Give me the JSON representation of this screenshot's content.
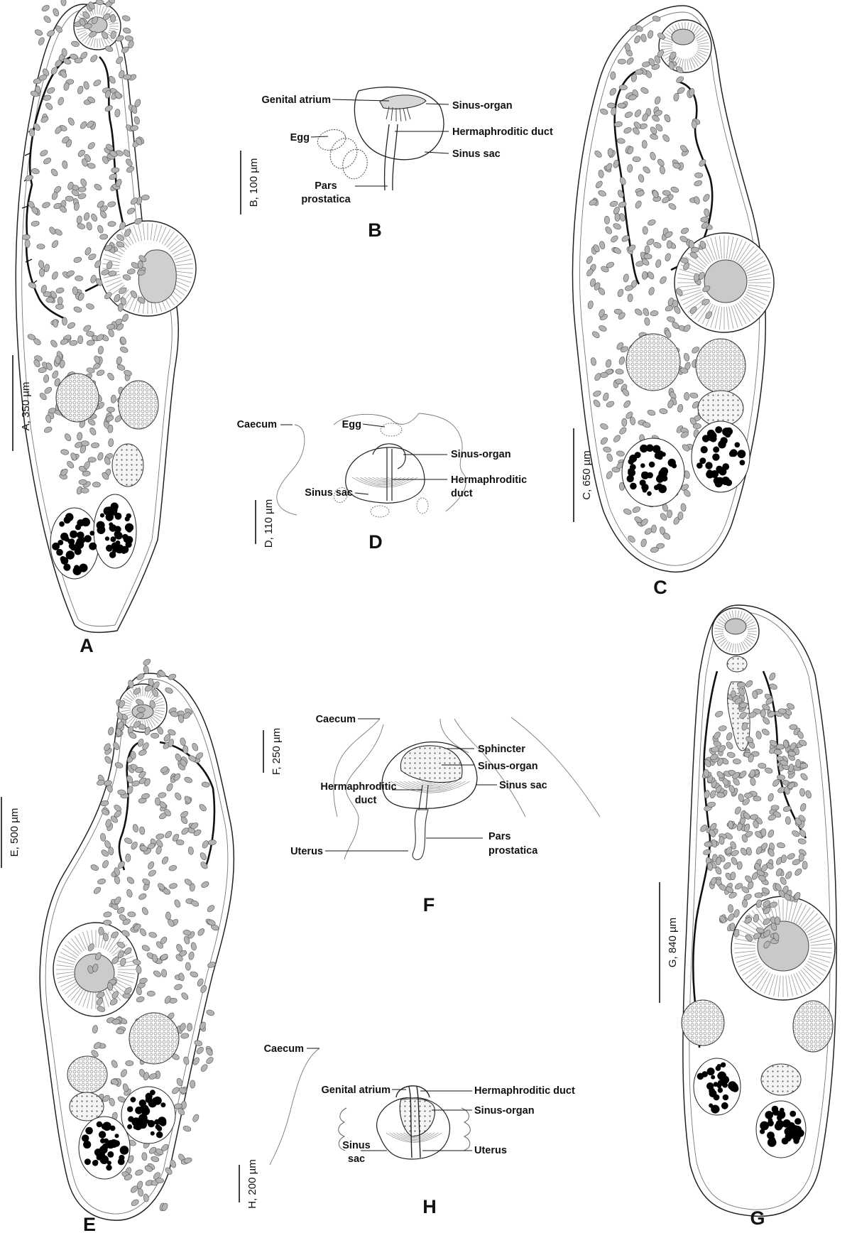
{
  "figure": {
    "panels": [
      {
        "id": "A",
        "letter": "A",
        "scale_bar": "A, 350  µm"
      },
      {
        "id": "B",
        "letter": "B",
        "scale_bar": "B, 100  µm",
        "labels": {
          "genital_atrium": "Genital atrium",
          "sinus_organ": "Sinus-organ",
          "egg": "Egg",
          "hermaphroditic_duct": "Hermaphroditic duct",
          "sinus_sac": "Sinus sac",
          "pars_prostatica_1": "Pars",
          "pars_prostatica_2": "prostatica"
        }
      },
      {
        "id": "C",
        "letter": "C",
        "scale_bar": "C, 650  µm"
      },
      {
        "id": "D",
        "letter": "D",
        "scale_bar": "D, 110  µm",
        "labels": {
          "caecum": "Caecum",
          "egg": "Egg",
          "sinus_organ": "Sinus-organ",
          "hermaphroditic_1": "Hermaphroditic",
          "duct": "duct",
          "sinus_sac": "Sinus sac"
        }
      },
      {
        "id": "E",
        "letter": "E",
        "scale_bar": "E, 500  µm"
      },
      {
        "id": "F",
        "letter": "F",
        "scale_bar": "F, 250  µm",
        "labels": {
          "caecum": "Caecum",
          "sphincter": "Sphincter",
          "sinus_organ": "Sinus-organ",
          "hermaphroditic_1": "Hermaphroditic",
          "duct": "duct",
          "sinus_sac": "Sinus sac",
          "uterus": "Uterus",
          "pars": "Pars",
          "prostatica": "prostatica"
        }
      },
      {
        "id": "G",
        "letter": "G",
        "scale_bar": "G, 840  µm"
      },
      {
        "id": "H",
        "letter": "H",
        "scale_bar": "H, 200  µm",
        "labels": {
          "caecum": "Caecum",
          "genital_atrium": "Genital atrium",
          "hermaphroditic_duct": "Hermaphroditic duct",
          "sinus_organ": "Sinus-organ",
          "sinus": "Sinus",
          "sac": "sac",
          "uterus": "Uterus"
        }
      }
    ],
    "colors": {
      "outline": "#222222",
      "egg_fill": "#b3b3b3",
      "sucker_center": "#c6c6c6",
      "vitellarium": "#000000"
    }
  }
}
